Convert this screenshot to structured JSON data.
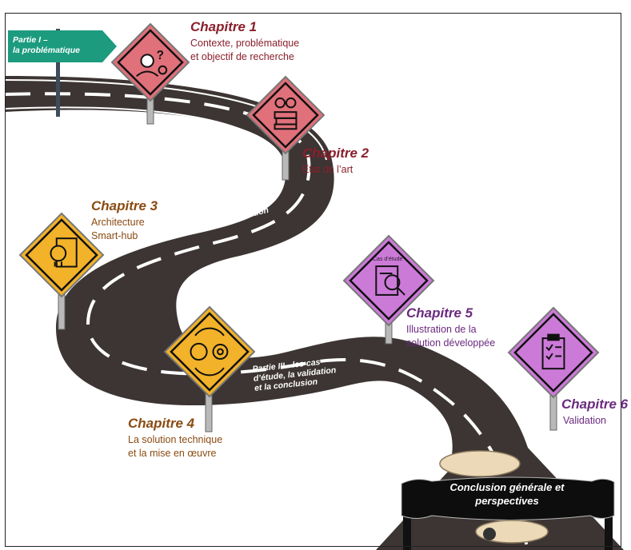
{
  "part1_sign": "Partie I –\nla problématique",
  "part2_label": "Partie II –\nla proposition",
  "part3_label": "Partie III - les cas\nd’étude, la validation\net la conclusion",
  "case_study_tag": "Cas d’étude",
  "chapters": [
    {
      "title": "Chapitre 1",
      "desc": "Contexte, problématique\net objectif de recherche",
      "color": "#e0707a",
      "icon": "researcher-question-icon"
    },
    {
      "title": "Chapitre 2",
      "desc": "Etat de l’art",
      "color": "#e0707a",
      "icon": "books-glasses-icon"
    },
    {
      "title": "Chapitre 3",
      "desc": "Architecture\nSmart-hub",
      "color": "#f2b229",
      "icon": "lightbulb-document-icon"
    },
    {
      "title": "Chapitre 4",
      "desc": "La solution technique\net la mise en œuvre",
      "color": "#f2b229",
      "icon": "lightbulb-gear-icon"
    },
    {
      "title": "Chapitre 5",
      "desc": "Illustration de la\nsolution développée",
      "color": "#cc7ad8",
      "icon": "magnifier-document-icon"
    },
    {
      "title": "Chapitre 6",
      "desc": "Validation",
      "color": "#cc7ad8",
      "icon": "checklist-clipboard-icon"
    }
  ],
  "conclusion": "Conclusion générale et\nperspectives",
  "colors": {
    "road": "#3c3533",
    "sign_red": "#e0707a",
    "sign_yellow": "#f2b229",
    "sign_purple": "#cc7ad8",
    "part1_sign": "#1c9b7e",
    "title_red": "#8a1f2b",
    "title_brown": "#8a4b12",
    "title_purple": "#6b2a7f",
    "car": "#ecd9b8"
  }
}
